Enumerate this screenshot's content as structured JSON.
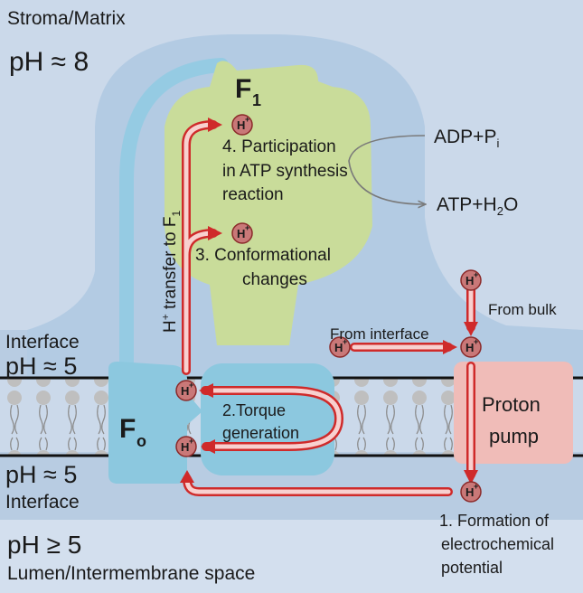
{
  "regions": {
    "top_name": "Stroma/Matrix",
    "top_ph": "pH ≈ 8",
    "interface_top_name": "Interface",
    "interface_top_ph": "pH ≈ 5",
    "interface_bottom_ph": "pH ≈ 5",
    "interface_bottom_name": "Interface",
    "bottom_ph": "pH ≥ 5",
    "bottom_name": "Lumen/Intermembrane space"
  },
  "complex": {
    "f1_main": "F",
    "f1_sub": "1",
    "fo_main": "F",
    "fo_sub": "o"
  },
  "proton": {
    "symbol": "H",
    "charge": "+"
  },
  "steps": {
    "step4_line1": "4. Participation",
    "step4_line2": "in ATP synthesis",
    "step4_line3": "reaction",
    "step3_line1": "3. Conformational",
    "step3_line2": "changes",
    "step2_line1": "2.Torque",
    "step2_line2": "generation",
    "step1_line1": "1. Formation of",
    "step1_line2": "electrochemical",
    "step1_line3": "potential"
  },
  "transfer_label": {
    "prefix": "H",
    "sup": "+",
    "text": " transfer to F",
    "sub": "1"
  },
  "reaction": {
    "adp": "ADP+P",
    "adp_sub": "i",
    "atp": "ATP+H",
    "atp_sub": "2",
    "atp_end": "O"
  },
  "arrows": {
    "from_interface": "From interface",
    "from_bulk": "From bulk"
  },
  "pump": {
    "line1": "Proton",
    "line2": "pump"
  },
  "colors": {
    "background_light": "#c4d4e7",
    "stalk_blue": "#a5c8e0",
    "f1_green": "#c8dc98",
    "fo_blue": "#8cc8df",
    "pump_pink": "#eebbb8",
    "arrow_red": "#cf2a2a",
    "proton_fill": "#c97878"
  }
}
